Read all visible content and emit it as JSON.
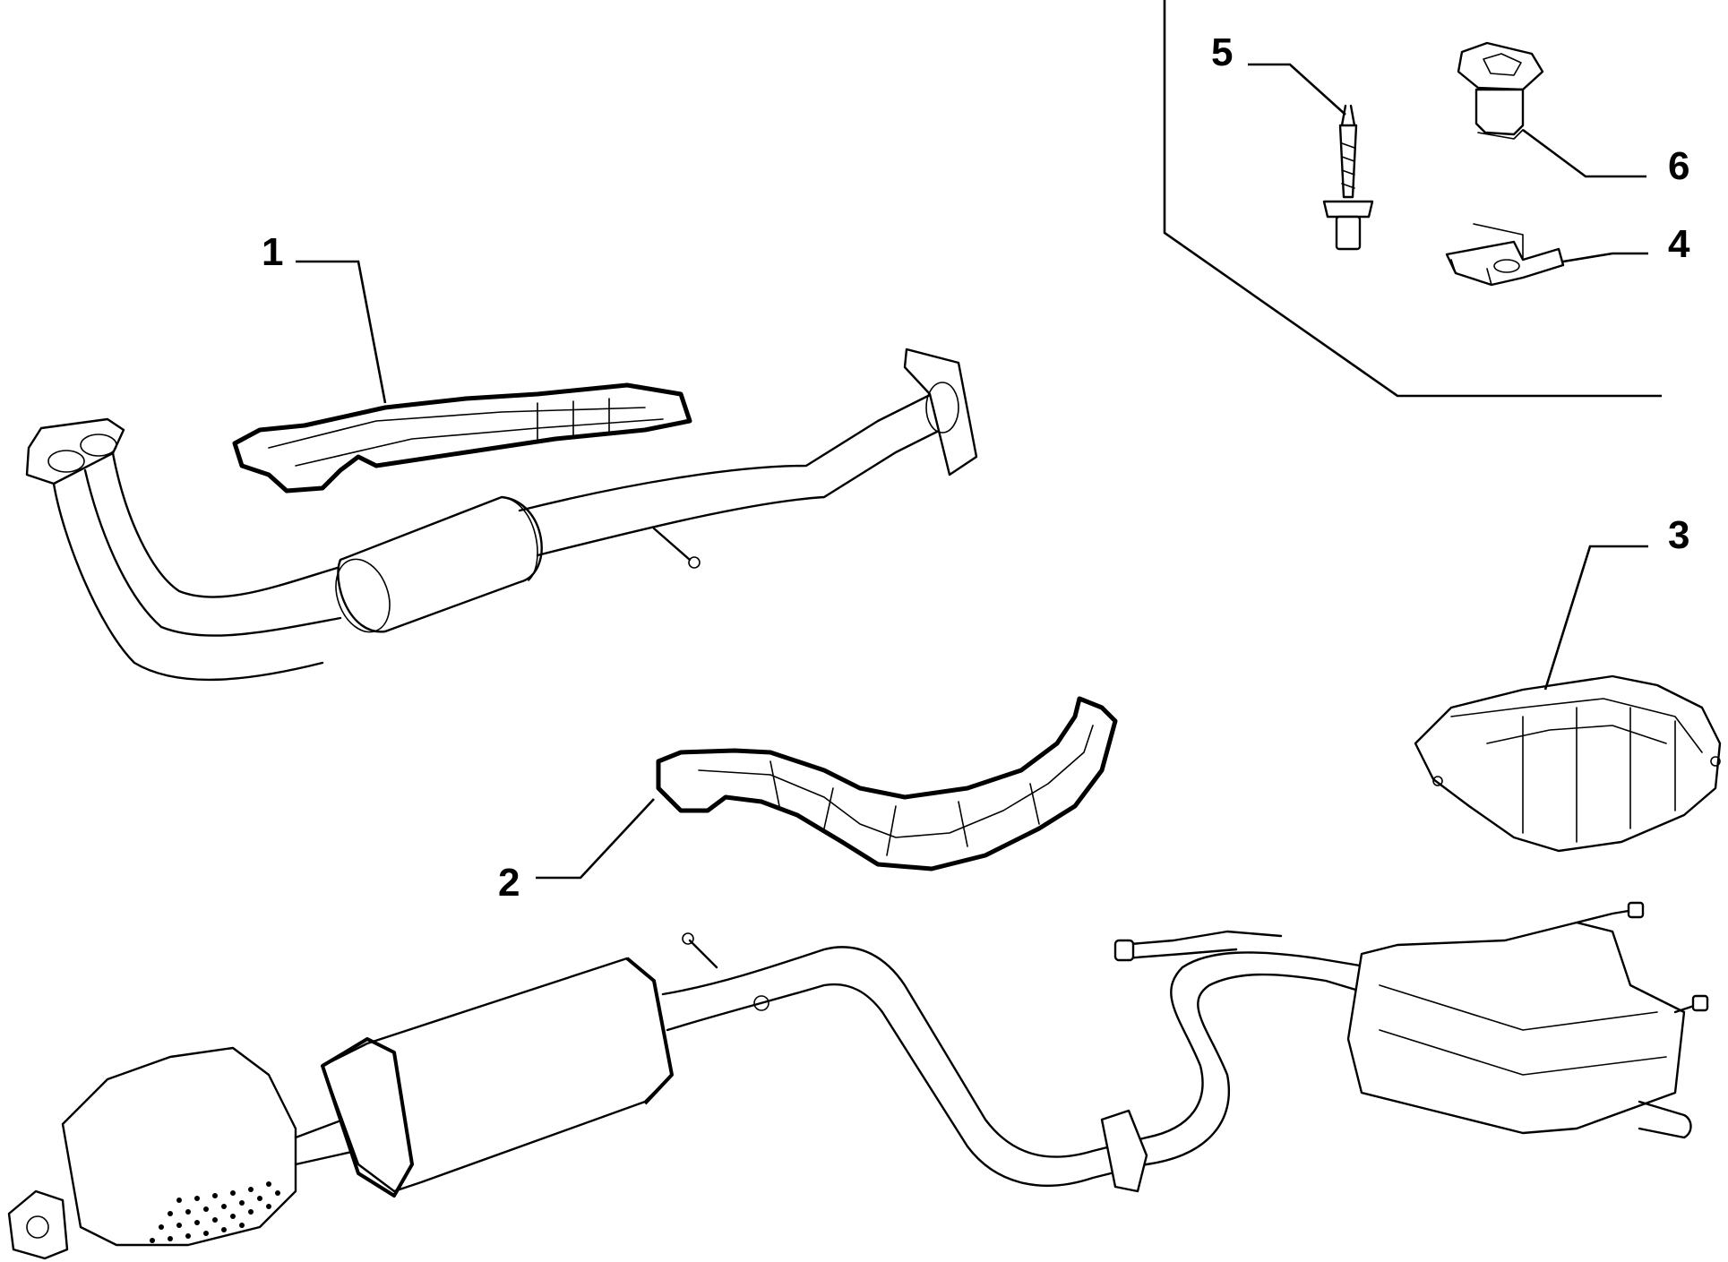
{
  "callouts": {
    "c1": "1",
    "c2": "2",
    "c3": "3",
    "c4": "4",
    "c5": "5",
    "c6": "6"
  },
  "icons": {
    "front_pipe": "front-exhaust-pipe-with-catalyst",
    "shield_1": "heat-shield",
    "shield_2": "heat-shield",
    "shield_3": "muffler-heat-shield",
    "nut_4": "clip-nut",
    "stud_5": "stud-bolt",
    "bushing_6": "rubber-grommet",
    "rear_system": "center-and-rear-exhaust-system"
  }
}
